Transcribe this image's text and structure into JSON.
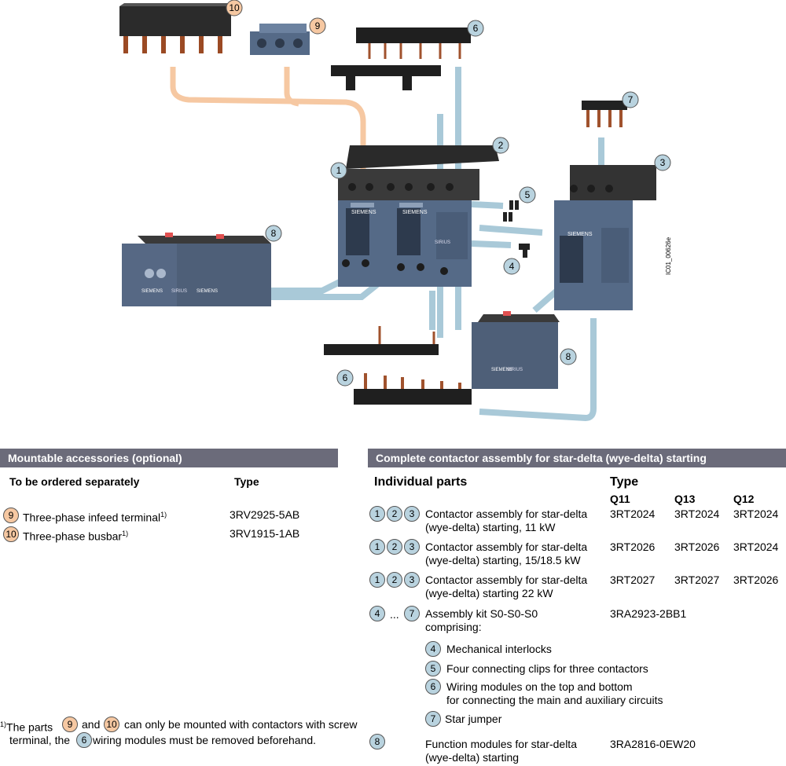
{
  "diagram": {
    "watermark": "IC01_00626e",
    "brand": "SIEMENS",
    "product": "SIRIUS",
    "callouts": [
      "1",
      "2",
      "3",
      "4",
      "5",
      "6",
      "7",
      "8",
      "9",
      "10"
    ]
  },
  "left": {
    "header": "Mountable accessories (optional)",
    "col1": "To be ordered separately",
    "col2": "Type",
    "rows": [
      {
        "num": "9",
        "desc": "Three-phase infeed terminal",
        "sup": "1)",
        "type": "3RV2925-5AB"
      },
      {
        "num": "10",
        "desc": "Three-phase busbar",
        "sup": "1)",
        "type": "3RV1915-1AB"
      }
    ],
    "footnote": {
      "sup": "1)",
      "a": "The parts",
      "n1": "9",
      "and": "and",
      "n2": "10",
      "b": "can only be mounted with contactors with screw",
      "c": "terminal, the",
      "n3": "6",
      "d": "wiring modules must be removed beforehand."
    }
  },
  "right": {
    "header": "Complete contactor assembly for star-delta (wye-delta) starting",
    "col1": "Individual parts",
    "col2": "Type",
    "sub_cols": [
      "Q11",
      "Q13",
      "Q12"
    ],
    "rows": [
      {
        "line1": "Contactor assembly for star-delta",
        "line2": "(wye-delta) starting, 11 kW",
        "q11": "3RT2024",
        "q13": "3RT2024",
        "q12": "3RT2024"
      },
      {
        "line1": "Contactor assembly for star-delta",
        "line2": "(wye-delta) starting, 15/18.5 kW",
        "q11": "3RT2026",
        "q13": "3RT2026",
        "q12": "3RT2024"
      },
      {
        "line1": "Contactor assembly for star-delta",
        "line2": "(wye-delta) starting 22 kW",
        "q11": "3RT2027",
        "q13": "3RT2027",
        "q12": "3RT2026"
      }
    ],
    "kit": {
      "from": "4",
      "dots": "...",
      "to": "7",
      "line1": "Assembly kit S0-S0-S0",
      "line2": "comprising:",
      "type": "3RA2923-2BB1"
    },
    "kit_items": [
      {
        "num": "4",
        "text": "Mechanical interlocks"
      },
      {
        "num": "5",
        "text": "Four connecting clips for three contactors"
      },
      {
        "num": "6",
        "line1": "Wiring modules on the top and bottom",
        "line2": "for connecting the main and auxiliary circuits"
      },
      {
        "num": "7",
        "text": "Star jumper"
      }
    ],
    "func": {
      "num": "8",
      "line1": "Function modules for star-delta",
      "line2": "(wye-delta) starting",
      "type": "3RA2816-0EW20"
    }
  }
}
